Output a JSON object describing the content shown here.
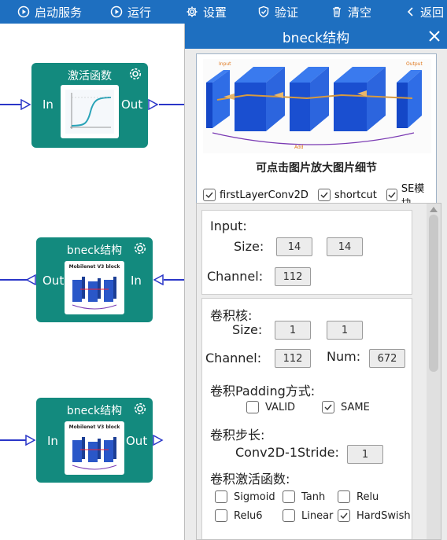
{
  "toolbar": {
    "start_service": "启动服务",
    "run": "运行",
    "settings": "设置",
    "verify": "验证",
    "clear": "清空",
    "back": "返回"
  },
  "canvas": {
    "activation_node": {
      "title": "激活函数",
      "in": "In",
      "out": "Out"
    },
    "bneck_node_1": {
      "title": "bneck结构",
      "in": "In",
      "out": "Out",
      "thumb_caption": "Mobilenet V3 block"
    },
    "bneck_node_2": {
      "title": "bneck结构",
      "in": "In",
      "out": "Out",
      "thumb_caption": "Mobilenet V3 block"
    }
  },
  "panel": {
    "title": "bneck结构",
    "image_caption": "可点击图片放大图片细节",
    "diagram_labels": {
      "input": "Input",
      "output": "Output",
      "add": "Add"
    },
    "options": [
      {
        "label": "firstLayerConv2D",
        "checked": true
      },
      {
        "label": "shortcut",
        "checked": true
      },
      {
        "label": "SE模块",
        "checked": true
      }
    ],
    "input_section": {
      "heading": "Input:",
      "size_label": "Size:",
      "size_values": [
        "14",
        "14"
      ],
      "channel_label": "Channel:",
      "channel_value": "112"
    },
    "kernel_section": {
      "heading": "卷积核:",
      "size_label": "Size:",
      "size_values": [
        "1",
        "1"
      ],
      "channel_label": "Channel:",
      "channel_value": "112",
      "num_label": "Num:",
      "num_value": "672",
      "padding_heading": "卷积Padding方式:",
      "padding_options": [
        {
          "label": "VALID",
          "checked": false
        },
        {
          "label": "SAME",
          "checked": true
        }
      ],
      "stride_heading": "卷积步长:",
      "stride_label": "Conv2D-1Stride:",
      "stride_value": "1",
      "activation_heading": "卷积激活函数:",
      "activation_options": [
        {
          "label": "Sigmoid",
          "checked": false
        },
        {
          "label": "Tanh",
          "checked": false
        },
        {
          "label": "Relu",
          "checked": false
        },
        {
          "label": "Relu6",
          "checked": false
        },
        {
          "label": "Linear",
          "checked": false
        },
        {
          "label": "HardSwish",
          "checked": true
        }
      ]
    }
  },
  "colors": {
    "toolbar": "#1e6fc0",
    "node": "#138a7e",
    "wire": "#2a36c8"
  }
}
